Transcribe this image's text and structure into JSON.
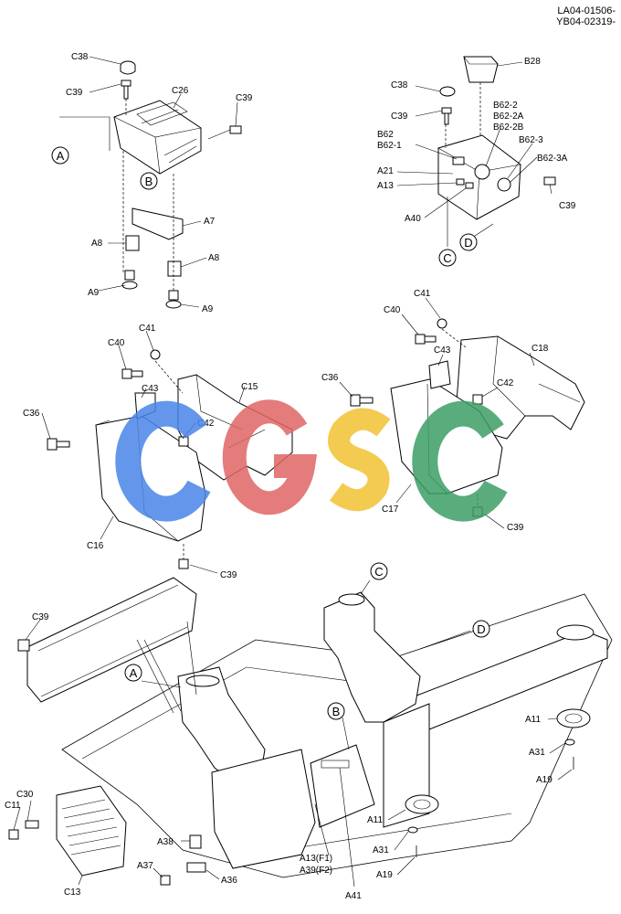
{
  "doc_code": {
    "line1": "LA04-01506-",
    "line2": "YB04-02319-"
  },
  "watermark": {
    "letters": [
      "C",
      "G",
      "S",
      "C"
    ],
    "colors": [
      "#4a86e8",
      "#e06666",
      "#f1c232",
      "#3d9e66"
    ]
  },
  "callouts": {
    "A": "A",
    "B": "B",
    "C": "C",
    "D": "D"
  },
  "labels": {
    "C38": "C38",
    "C39": "C39",
    "C26": "C26",
    "A7": "A7",
    "A8": "A8",
    "A9": "A9",
    "B28": "B28",
    "B62_2": "B62-2",
    "B62_2A": "B62-2A",
    "B62_2B": "B62-2B",
    "B62": "B62",
    "B62_1": "B62-1",
    "B62_3": "B62-3",
    "B62_3A": "B62-3A",
    "A21": "A21",
    "A13": "A13",
    "A40": "A40",
    "C40": "C40",
    "C41": "C41",
    "C43": "C43",
    "C15": "C15",
    "C36": "C36",
    "C42": "C42",
    "C16": "C16",
    "C18": "C18",
    "C17": "C17",
    "A11": "A11",
    "A31": "A31",
    "A19": "A19",
    "C30": "C30",
    "C11": "C11",
    "C13": "C13",
    "A38": "A38",
    "A37": "A37",
    "A36": "A36",
    "A13F1": "A13(F1)",
    "A39F2": "A39(F2)",
    "A41": "A41"
  }
}
